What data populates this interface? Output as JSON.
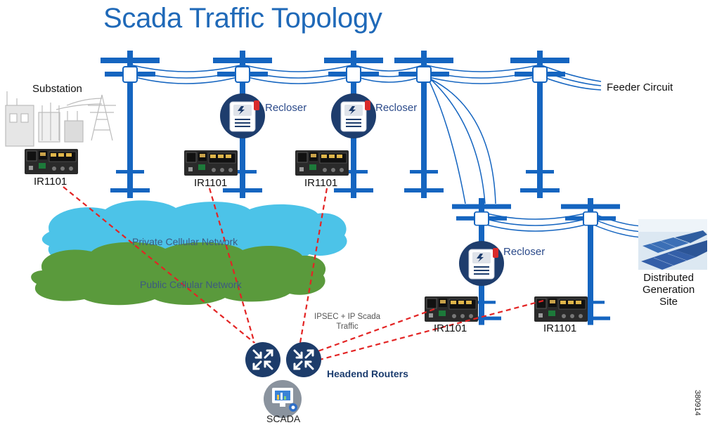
{
  "title": "Scada Traffic Topology",
  "labels": {
    "substation": "Substation",
    "feeder_circuit": "Feeder Circuit",
    "recloser": "Recloser",
    "router_model": "IR1101",
    "private_network": "Private Cellular Network",
    "public_network": "Public Cellular Network",
    "ipsec_line1": "IPSEC + IP Scada",
    "ipsec_line2": "Traffic",
    "headend_routers": "Headend Routers",
    "scada": "SCADA",
    "distributed_line1": "Distributed",
    "distributed_line2": "Generation",
    "distributed_line3": "Site",
    "figure_number": "380914"
  },
  "colors": {
    "title": "#1f69b8",
    "pole": "#1565c0",
    "private_cloud": "#4cc3e8",
    "public_cloud": "#5a9a3c",
    "router_circle": "#1d3c6a",
    "tunnel": "#e32424"
  },
  "icons": [
    "pole-icon",
    "recloser-icon",
    "ir1101-router-icon",
    "headend-router-icon",
    "scada-server-icon",
    "substation-image",
    "solar-panels-image"
  ]
}
